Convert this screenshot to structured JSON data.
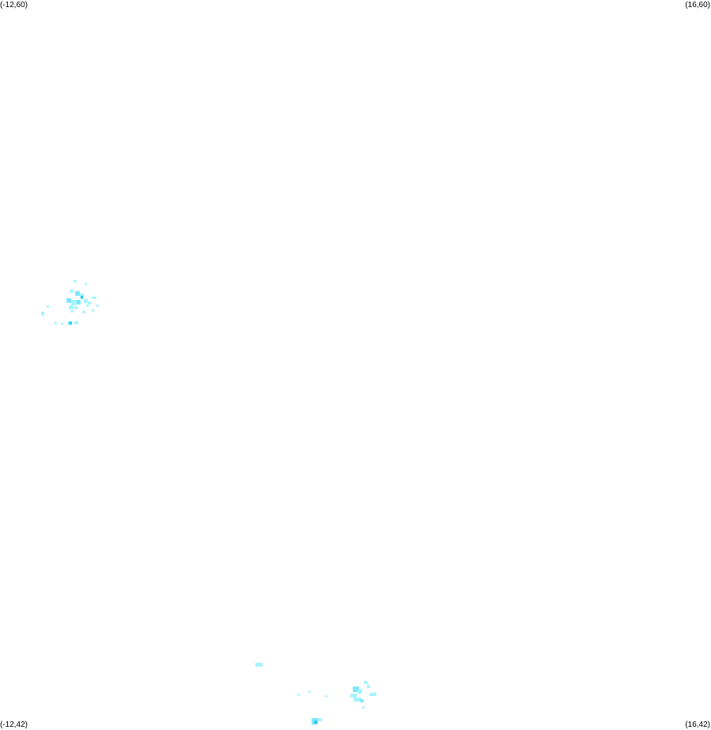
{
  "corner_labels": {
    "top_left": "(-12,60)",
    "top_right": "(16,60)",
    "bottom_left": "(-12,42)",
    "bottom_right": "(16,42)"
  },
  "colors": {
    "light": "#a6f4ff",
    "mid": "#7ee8fb",
    "dark": "#30c8ea"
  }
}
